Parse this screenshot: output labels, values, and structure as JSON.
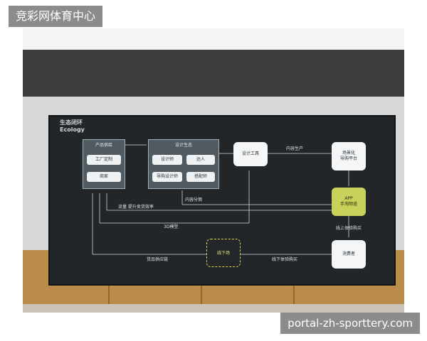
{
  "watermark_top": "竞彩网体育中心",
  "watermark_bottom": "portal-zh-sporttery.com",
  "screen": {
    "title": "生态闭环",
    "subtitle": "Ecology",
    "product_supply": "产品供给",
    "factory_custom": "工厂定制",
    "merchant": "商家",
    "design_ecology": "设计生态",
    "designer": "设计师",
    "influencer": "达人",
    "shopping_designer": "导购设计师",
    "stylist": "搭配师",
    "design_tool": "设计工具",
    "content_production": "内容生产",
    "scene_line1": "场景化",
    "scene_line2": "导购平台",
    "app_line1": "APP",
    "app_line2": "手淘频道",
    "content_share": "内容分佣",
    "traffic_efficiency": "流量 提升卖货效率",
    "model_3d": "3D模型",
    "online_buy": "线上体验购买",
    "goods_supply": "货品供应链",
    "offline_store": "线下场",
    "offline_buy": "线下体验购买",
    "consumer": "消费者"
  },
  "colors": {
    "screen_bg": "#222629",
    "accent_yellow": "#c8d25a",
    "wood": "#b98c4a"
  }
}
